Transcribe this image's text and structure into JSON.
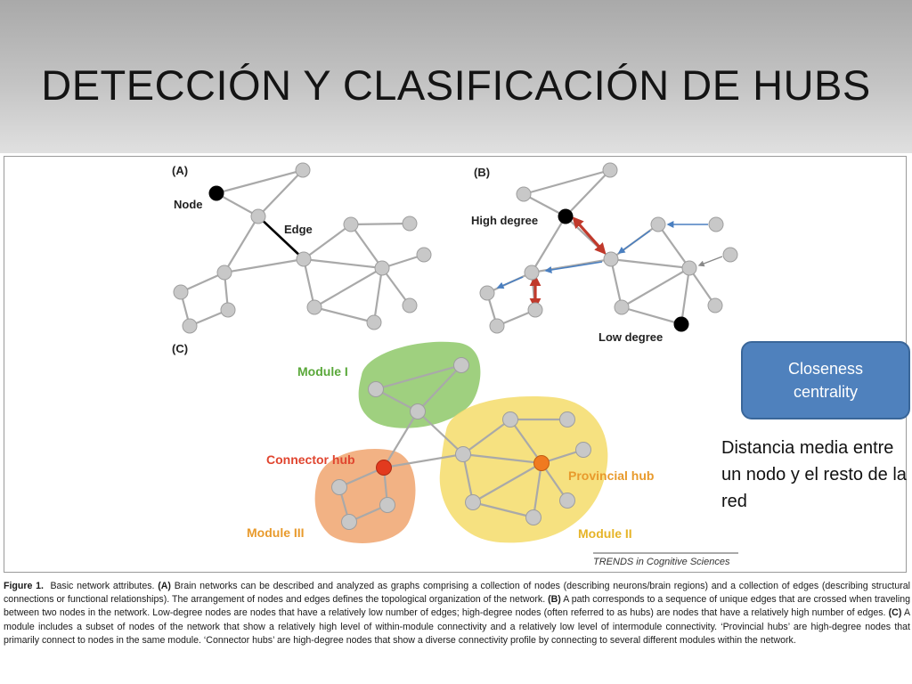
{
  "slide": {
    "title": "DETECCIÓN Y CLASIFICACIÓN DE HUBS"
  },
  "figure": {
    "panel_a": {
      "tag": "(A)",
      "node_label": "Node",
      "edge_label": "Edge"
    },
    "panel_b": {
      "tag": "(B)",
      "high_degree_label": "High degree",
      "low_degree_label": "Low degree"
    },
    "panel_c": {
      "tag": "(C)",
      "module_1_label": "Module I",
      "module_2_label": "Module II",
      "module_3_label": "Module III",
      "connector_hub_label": "Connector hub",
      "provincial_hub_label": "Provincial hub"
    },
    "source": "TRENDS in Cognitive Sciences",
    "colors": {
      "node_gray": "#c8c8c8",
      "node_black": "#000000",
      "edge_gray": "#a9a9a9",
      "path_red": "#c0392b",
      "arrow_blue": "#4a7fc0",
      "module_1": "#8ec869",
      "module_2": "#f5dc6a",
      "module_3": "#f0a46e",
      "connector_hub": "#e23a1e",
      "provincial_hub": "#f07a20"
    }
  },
  "caption": {
    "figure_label": "Figure 1.",
    "intro": "Basic network attributes.",
    "part_a_tag": "(A)",
    "part_a_text": "Brain networks can be described and analyzed as graphs comprising a collection of nodes (describing neurons/brain regions) and a collection of edges (describing structural connections or functional relationships). The arrangement of nodes and edges defines the topological organization of the network.",
    "part_b_tag": "(B)",
    "part_b_text": "A path corresponds to a sequence of unique edges that are crossed when traveling between two nodes in the network. Low-degree nodes are nodes that have a relatively low number of edges; high-degree nodes (often referred to as hubs) are nodes that have a relatively high number of edges.",
    "part_c_tag": "(C)",
    "part_c_text": "A module includes a subset of nodes of the network that show a relatively high level of within-module connectivity and a relatively low level of intermodule connectivity. ‘Provincial hubs’ are high-degree nodes that primarily connect to nodes in the same module. ‘Connector hubs’ are high-degree nodes that show a diverse connectivity profile by connecting to several different modules within the network."
  },
  "closeness": {
    "box_label": "Closeness centrality",
    "description": "Distancia media entre un nodo y el resto de la red"
  }
}
